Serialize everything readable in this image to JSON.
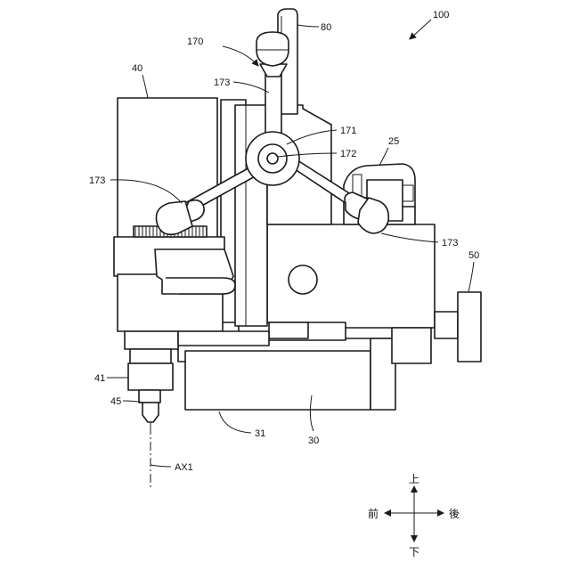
{
  "figure": {
    "reference_labels": {
      "r100": "100",
      "r80": "80",
      "r170": "170",
      "r40": "40",
      "r173_top": "173",
      "r171": "171",
      "r172": "172",
      "r25": "25",
      "r173_left": "173",
      "r173_right": "173",
      "r50": "50",
      "r41": "41",
      "r45": "45",
      "r31": "31",
      "r30": "30",
      "rAX1": "AX1"
    },
    "directions": {
      "up": "上",
      "down": "下",
      "front": "前",
      "rear": "後"
    }
  }
}
